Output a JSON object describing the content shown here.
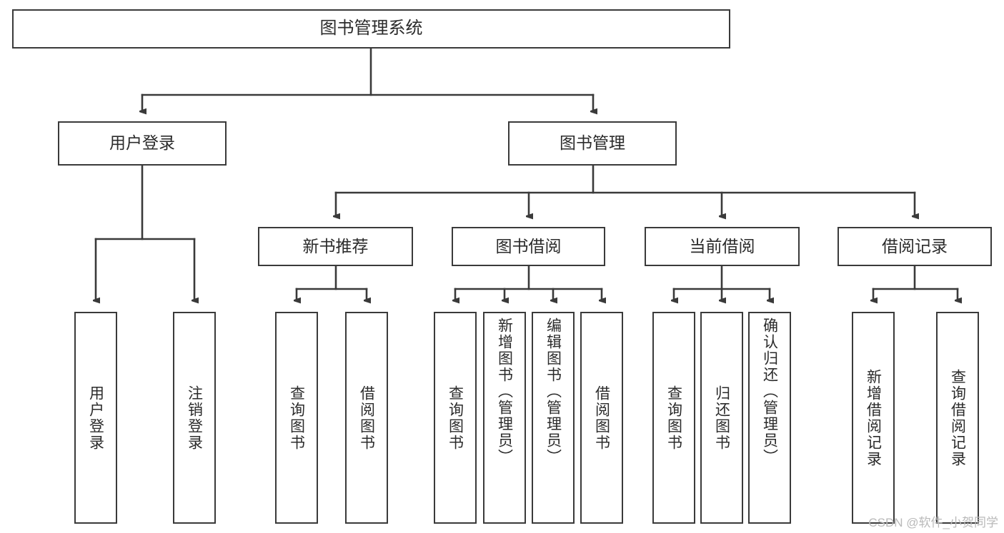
{
  "diagram": {
    "title": "图书管理系统",
    "type": "tree",
    "orientation": "top-down",
    "colors": {
      "box_border": "#3a3a3a",
      "box_fill": "#ffffff",
      "edge": "#3a3a3a",
      "text": "#2b2b2b",
      "background": "#ffffff",
      "watermark": "#b9b9b9"
    }
  },
  "watermark": {
    "text": "CSDN @软件_小贺同学"
  },
  "nodes": {
    "root": {
      "label": "图书管理系统"
    },
    "level2": [
      {
        "id": "user-login",
        "label": "用户登录"
      },
      {
        "id": "book-manage",
        "label": "图书管理"
      }
    ],
    "level3": [
      {
        "id": "new-book-recommend",
        "label": "新书推荐"
      },
      {
        "id": "book-borrow",
        "label": "图书借阅"
      },
      {
        "id": "current-borrow",
        "label": "当前借阅"
      },
      {
        "id": "borrow-record",
        "label": "借阅记录"
      }
    ],
    "leaves": [
      {
        "id": "leaf-user-login",
        "label": "用户登录",
        "parent": "user-login"
      },
      {
        "id": "leaf-logout",
        "label": "注销登录",
        "parent": "user-login"
      },
      {
        "id": "leaf-query-book-1",
        "label": "查询图书",
        "parent": "new-book-recommend"
      },
      {
        "id": "leaf-borrow-book-1",
        "label": "借阅图书",
        "parent": "new-book-recommend"
      },
      {
        "id": "leaf-query-book-2",
        "label": "查询图书",
        "parent": "book-borrow"
      },
      {
        "id": "leaf-add-book",
        "label": "新增图书（管理员）",
        "parent": "book-borrow"
      },
      {
        "id": "leaf-edit-book",
        "label": "编辑图书（管理员）",
        "parent": "book-borrow"
      },
      {
        "id": "leaf-borrow-book-2",
        "label": "借阅图书",
        "parent": "book-borrow"
      },
      {
        "id": "leaf-query-book-3",
        "label": "查询图书",
        "parent": "current-borrow"
      },
      {
        "id": "leaf-return-book",
        "label": "归还图书",
        "parent": "current-borrow"
      },
      {
        "id": "leaf-confirm-return",
        "label": "确认归还（管理员）",
        "parent": "current-borrow"
      },
      {
        "id": "leaf-add-record",
        "label": "新增借阅记录",
        "parent": "borrow-record"
      },
      {
        "id": "leaf-query-record",
        "label": "查询借阅记录",
        "parent": "borrow-record"
      }
    ]
  }
}
